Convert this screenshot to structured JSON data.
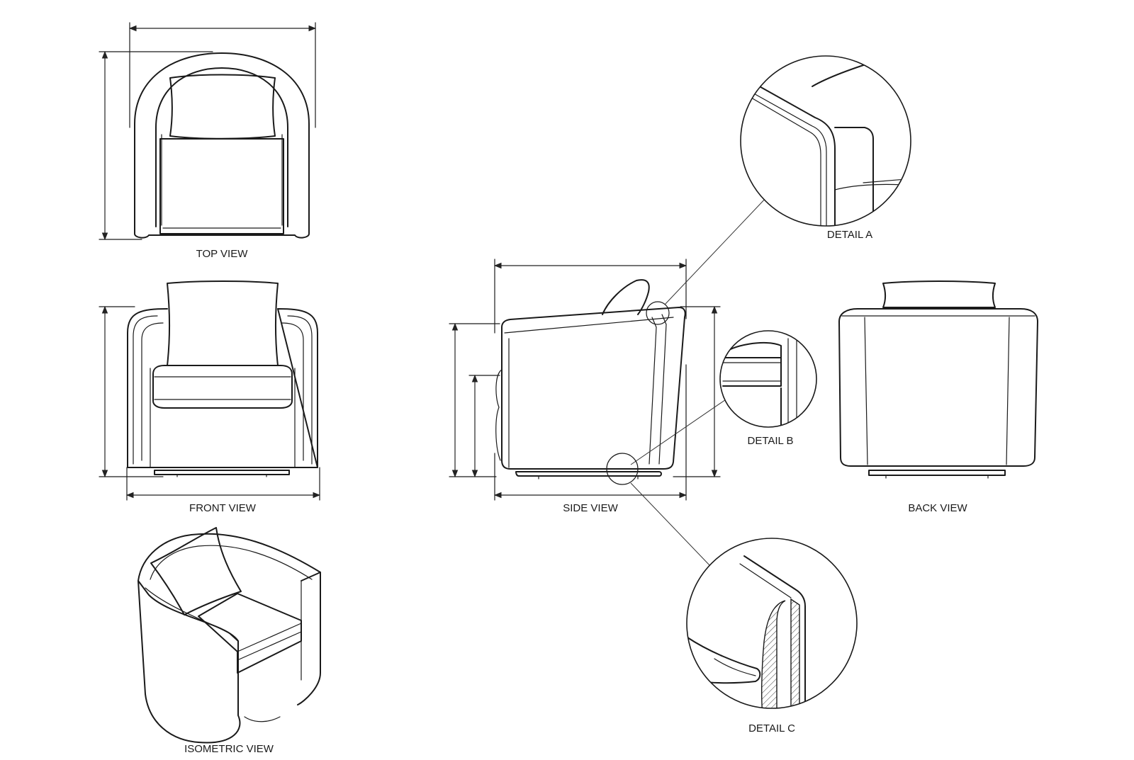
{
  "views": {
    "top": "TOP VIEW",
    "front": "FRONT VIEW",
    "side": "SIDE VIEW",
    "back": "BACK VIEW",
    "isometric": "ISOMETRIC VIEW"
  },
  "details": {
    "a": "DETAIL A",
    "b": "DETAIL B",
    "c": "DETAIL C"
  }
}
